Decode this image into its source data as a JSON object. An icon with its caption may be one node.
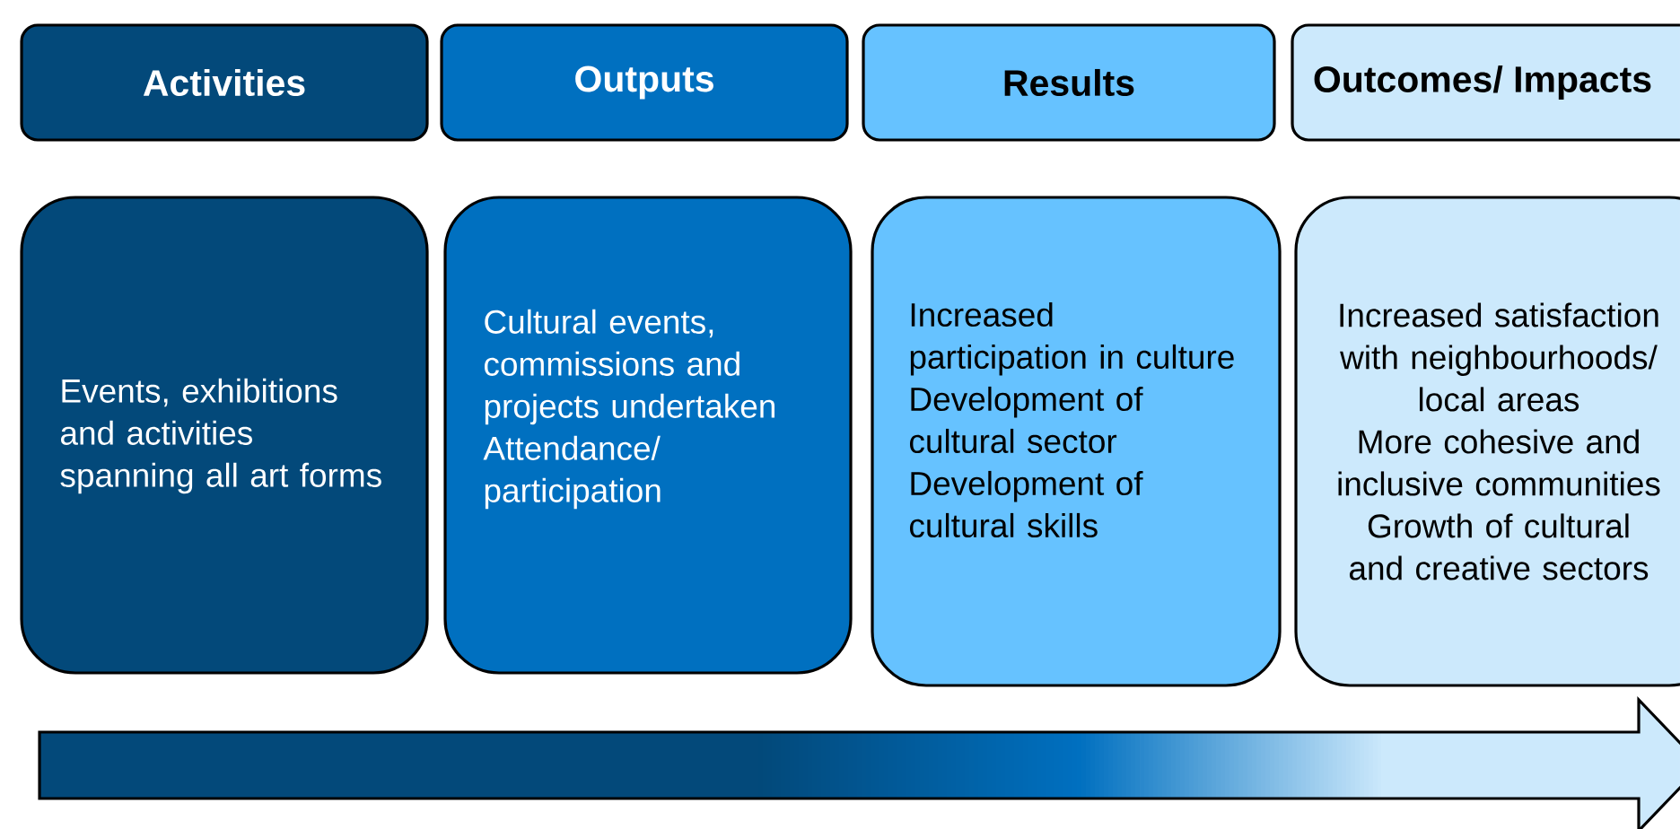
{
  "diagram": {
    "nodes": [
      {
        "text": [
          "Activities"
        ]
      },
      {
        "text": [
          "Outputs"
        ]
      },
      {
        "text": [
          "Results"
        ]
      },
      {
        "text": [
          "Outcomes/ Impacts"
        ]
      },
      {
        "text": [
          "Events, exhibitions and activities spanning all art forms"
        ]
      },
      {
        "text": [
          "Cultural events, commissions and projects undertaken",
          "Attendance/ participation"
        ]
      },
      {
        "text": [
          "Increased participation in culture",
          "Development of cultural sector",
          "Development of cultural skills"
        ]
      },
      {
        "text": [
          "Increased satisfaction with neighbourhoods/ local areas",
          "More cohesive and inclusive communities",
          "Growth of cultural and creative sectors"
        ]
      }
    ],
    "edges": []
  }
}
